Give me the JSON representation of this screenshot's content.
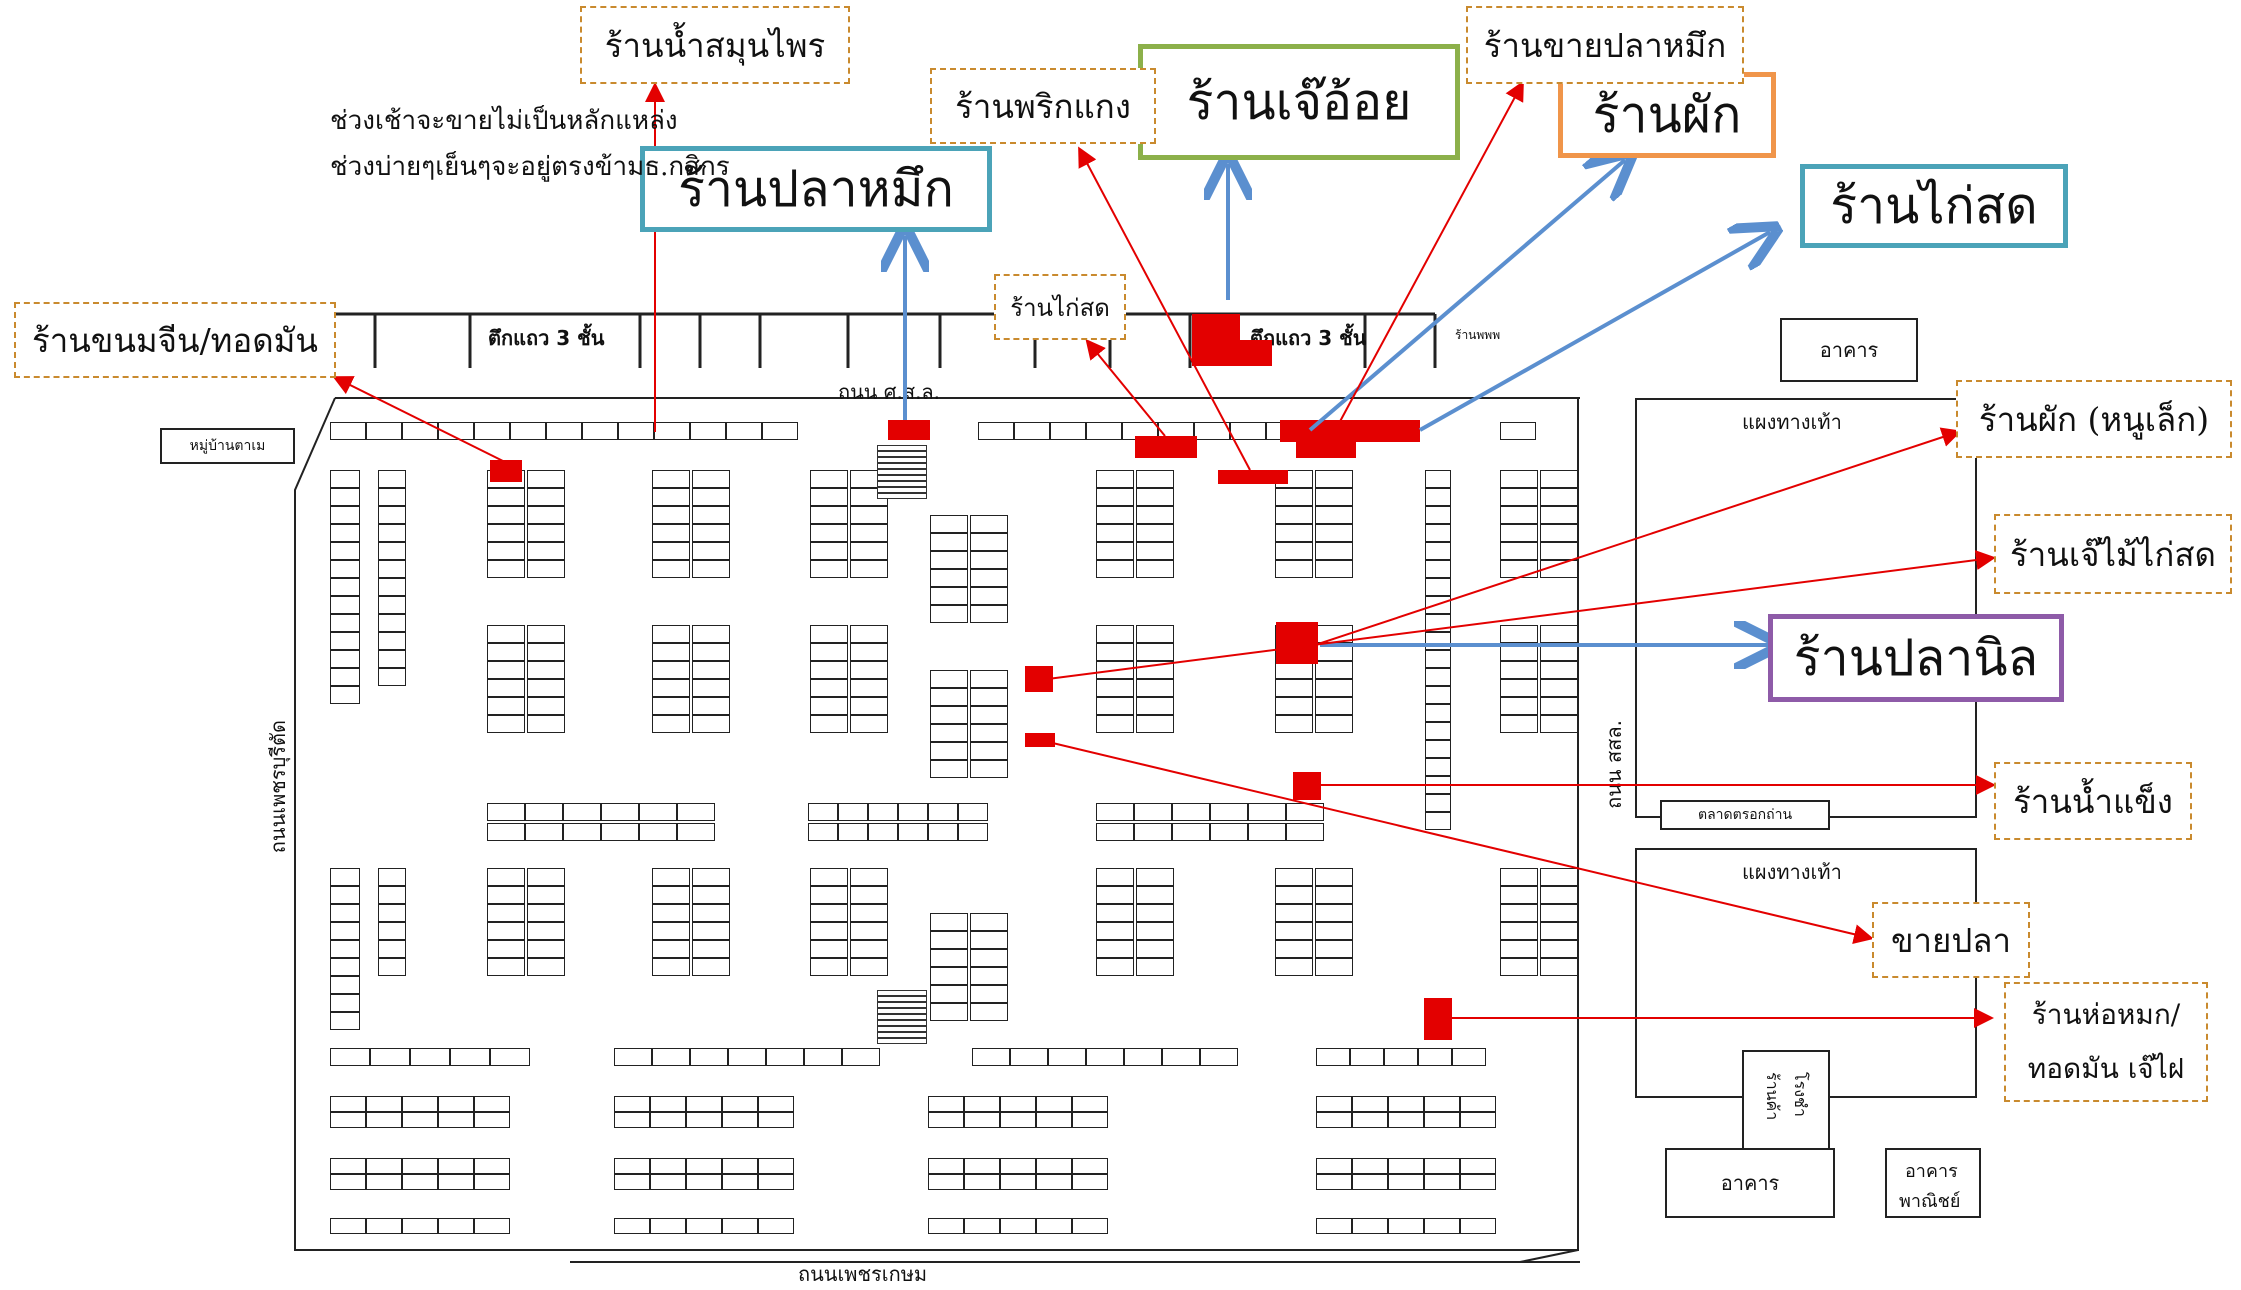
{
  "map": {
    "callouts": {
      "herbal_drink": "ร้านน้ำสมุนไพร",
      "curry_paste": "ร้านพริกแกง",
      "squid_seller": "ร้านขายปลาหมึก",
      "kanom_jeen": "ร้านขนมจีน/ทอดมัน",
      "chicken_small": "ร้านไก่สด",
      "veg_pork": "ร้านผัก (หนูเล็ก)",
      "jae_mai_chicken": "ร้านเจ๊ไม้ไก่สด",
      "ice": "ร้านน้ำแข็ง",
      "fish": "ขายปลา",
      "hor_mok_line1": "ร้านห่อหมก/",
      "hor_mok_line2": "ทอดมัน เจ๊ไฝ"
    },
    "big_labels": {
      "squid": "ร้านปลาหมึก",
      "jae_oi": "ร้านเจ๊อ้อย",
      "vegetable": "ร้านผัก",
      "chicken": "ร้านไก่สด",
      "tilapia": "ร้านปลานิล"
    },
    "note_line1": "ช่วงเช้าจะขายไม่เป็นหลักแหล่ง",
    "note_line2": "ช่วงบ่ายๆเย็นๆจะอยู่ตรงข้ามธ.กสิกร",
    "shophouse_left": "ตึกแถว 3 ชั้น",
    "shophouse_right": "ตึกแถว 3 ชั้น",
    "shophouse_small": "ร้านพพพ",
    "road_top": "ถนน ศ.ส.ล.",
    "road_bottom": "ถนนเพชรเกษม",
    "road_left": "ถนนเพชรบุรีตัด",
    "road_right": "ถนน สสล.",
    "village": "หมู่บ้านตาเม",
    "building_top": "อาคาร",
    "building_bottom": "อาคาร",
    "building_commercial_line1": "อาคาร",
    "building_commercial_line2": "พาณิชย์",
    "sidewalk_top": "แผงทางเท้า",
    "sidewalk_bottom": "แผงทางเท้า",
    "fresh_market": "ตลาดตรอกถ่าน",
    "toilet_line1": "โรงชำ",
    "toilet_line2": "ร้านค้า"
  },
  "colors": {
    "red": "#e30000",
    "blue_arrow": "#5b8fcf",
    "teal_box": "#4ba3b8",
    "green_box": "#8cb04a",
    "orange_box": "#f0954a",
    "purple_box": "#8e5ba8",
    "dash_border": "#c98a2e"
  }
}
